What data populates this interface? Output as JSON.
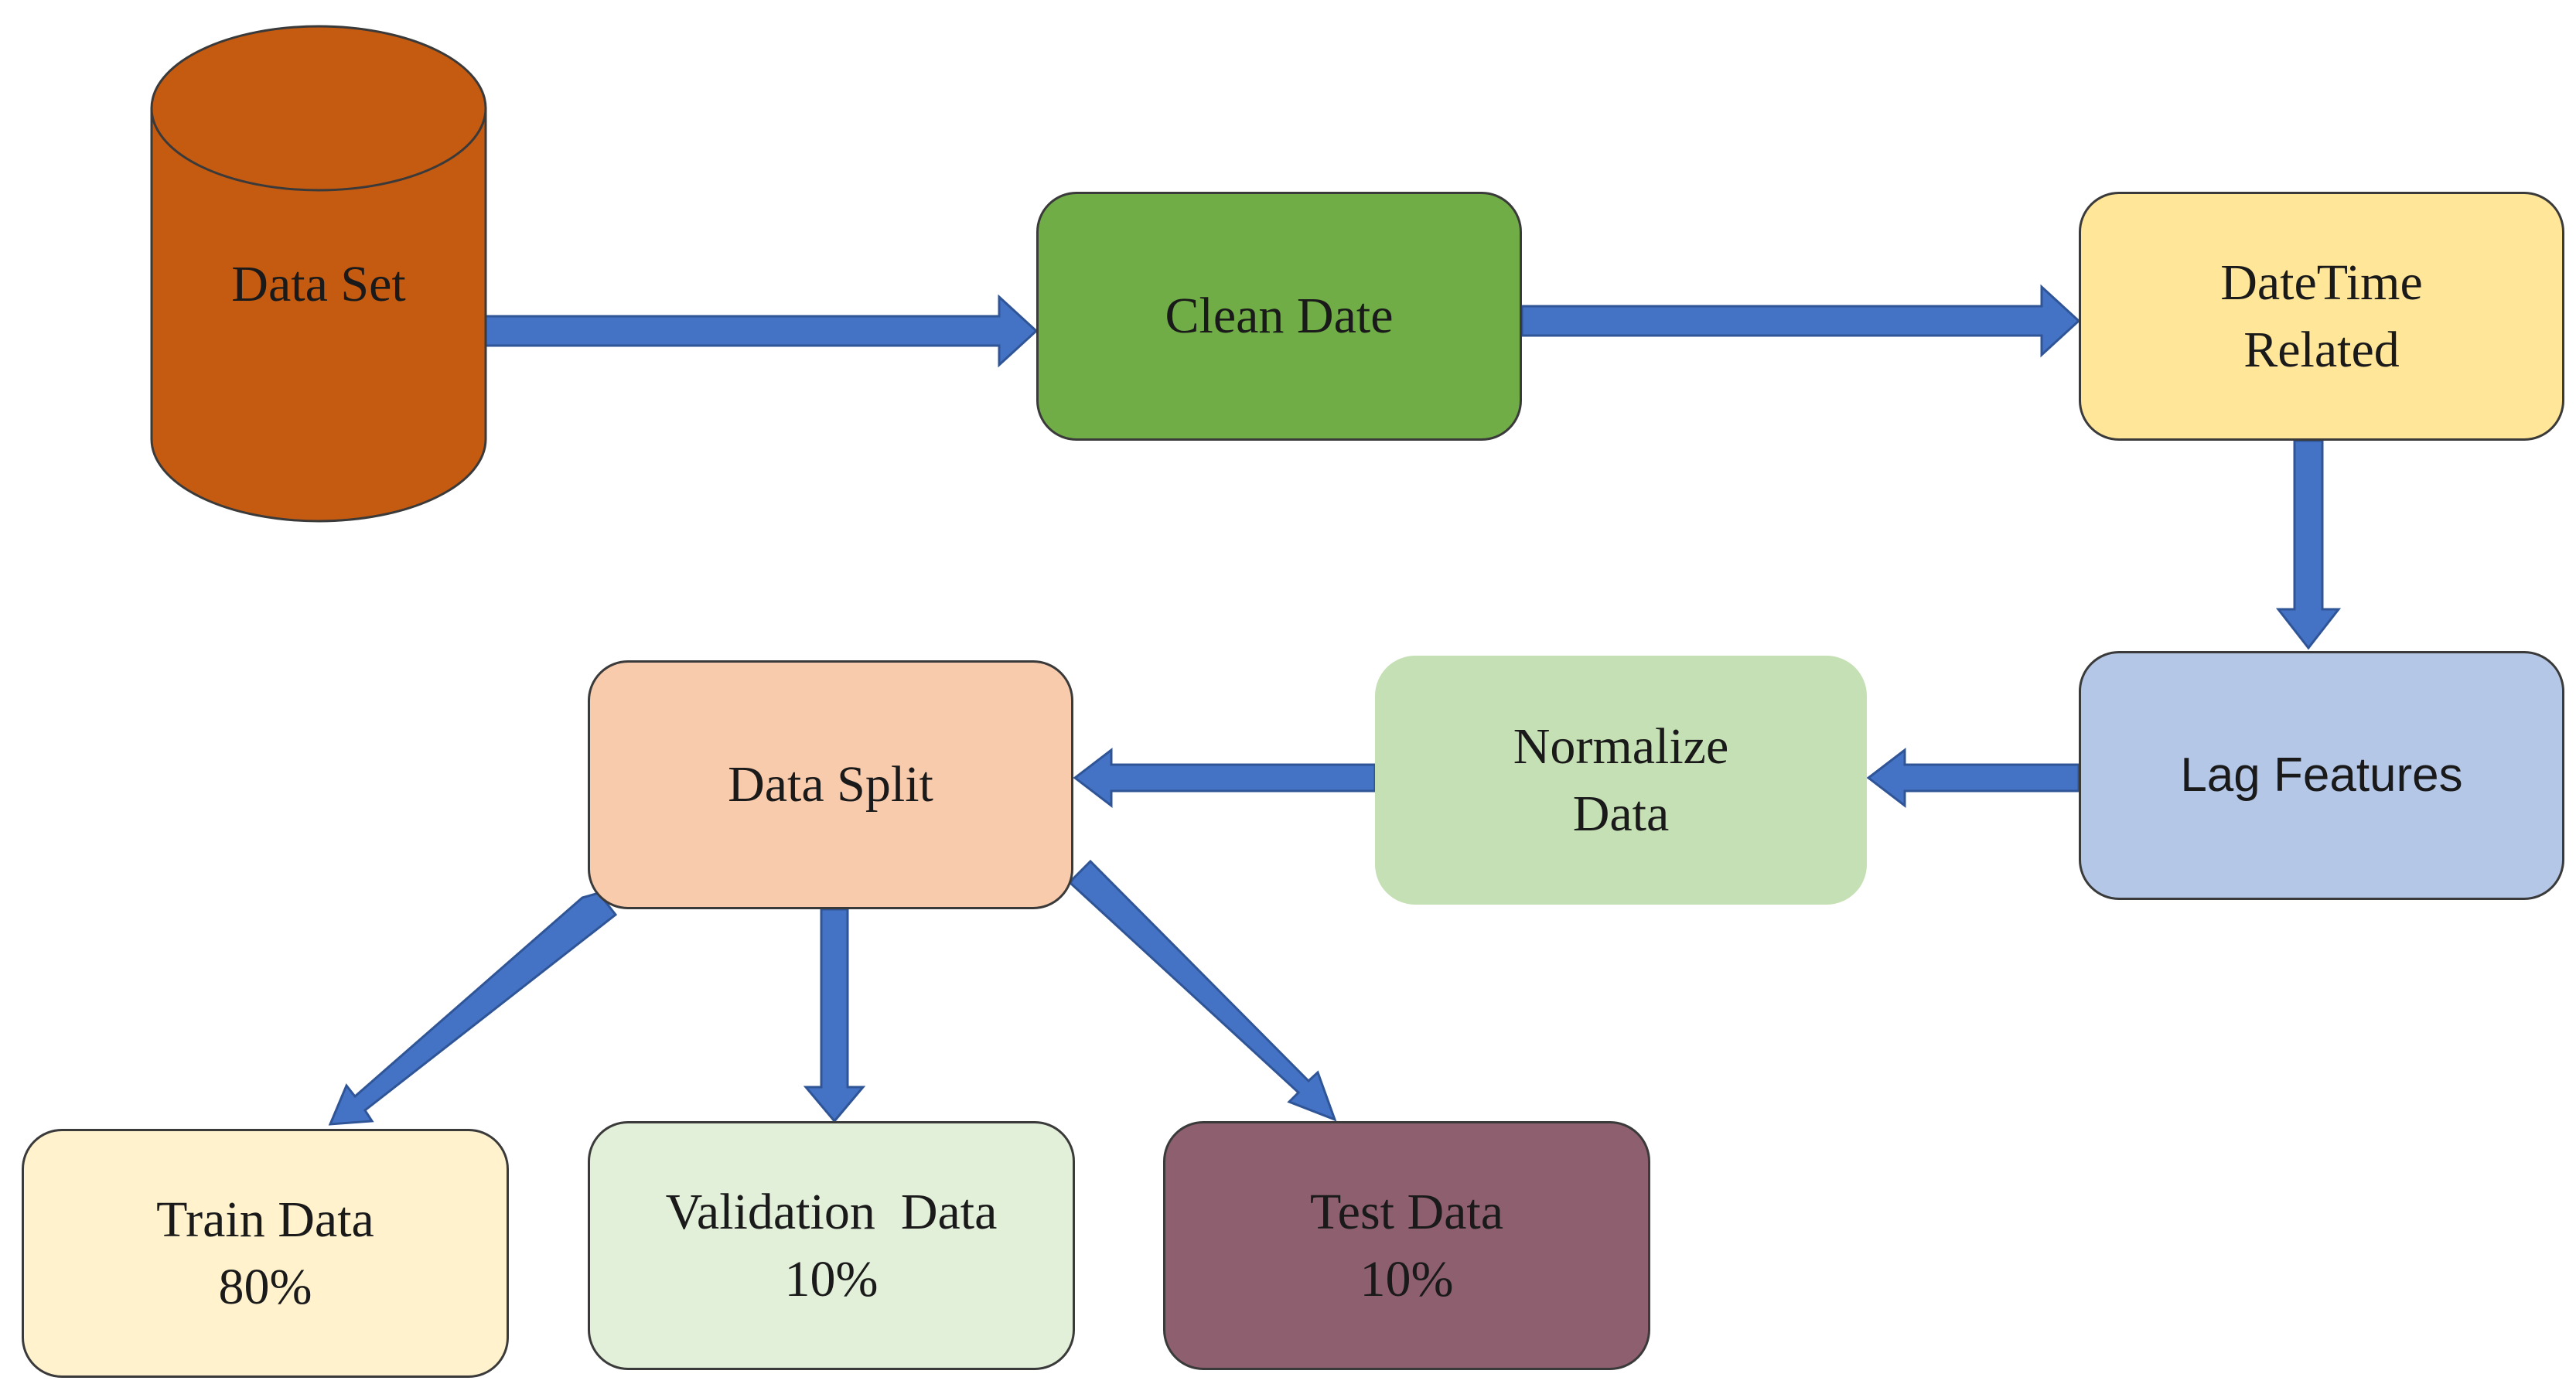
{
  "nodes": {
    "data_set": {
      "label": "Data Set",
      "color": "#C55A11"
    },
    "clean_date": {
      "label": "Clean Date",
      "color": "#70AD47"
    },
    "datetime_related": {
      "line1": "DateTime",
      "line2": "Related",
      "color": "#FFE699"
    },
    "lag_features": {
      "label": "Lag Features",
      "color": "#B4C7E7"
    },
    "normalize_data": {
      "line1": "Normalize",
      "line2": "Data",
      "color": "#C5E0B4"
    },
    "data_split": {
      "label": "Data Split",
      "color": "#F8CBAD"
    },
    "train_data": {
      "line1": "Train Data",
      "line2": "80%",
      "color": "#FFF2CC"
    },
    "validation_data": {
      "line1": "Validation  Data",
      "line2": "10%",
      "color": "#E2F0D9"
    },
    "test_data": {
      "line1": "Test Data",
      "line2": "10%",
      "color": "#8E5F6E"
    }
  },
  "edges": [
    {
      "from": "Data Set",
      "to": "Clean Date"
    },
    {
      "from": "Clean Date",
      "to": "DateTime Related"
    },
    {
      "from": "DateTime Related",
      "to": "Lag Features"
    },
    {
      "from": "Lag Features",
      "to": "Normalize Data"
    },
    {
      "from": "Normalize Data",
      "to": "Data Split"
    },
    {
      "from": "Data Split",
      "to": "Train Data"
    },
    {
      "from": "Data Split",
      "to": "Validation  Data"
    },
    {
      "from": "Data Split",
      "to": "Test Data"
    }
  ],
  "colors": {
    "arrow": "#4472C4",
    "arrow_outline": "#2F5597",
    "border": "#3a3a3a"
  }
}
